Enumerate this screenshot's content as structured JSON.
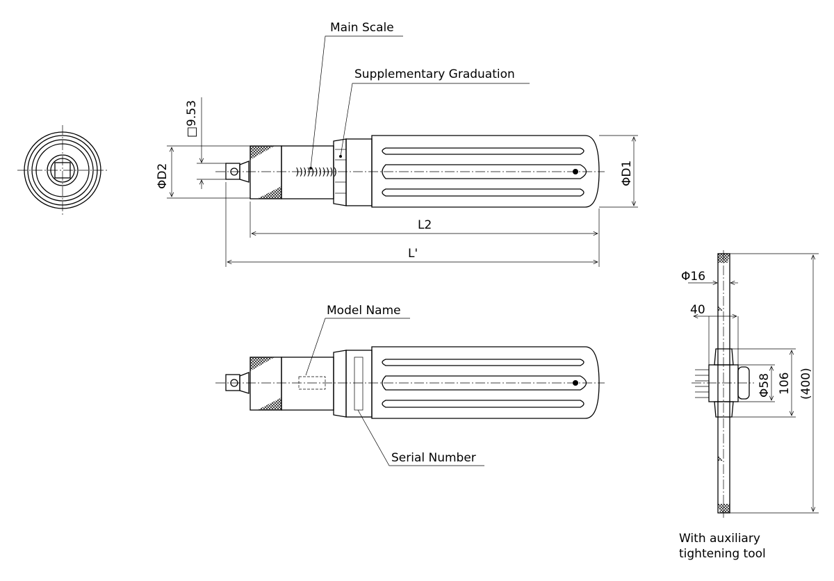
{
  "labels": {
    "main_scale": "Main Scale",
    "supplementary_graduation": "Supplementary Graduation",
    "model_name": "Model Name",
    "serial_number": "Serial Number",
    "caption_line1": "With auxiliary",
    "caption_line2": "tightening tool"
  },
  "dimensions": {
    "square_drive": "□9.53",
    "d2": "ΦD2",
    "d1": "ΦD1",
    "l2": "L2",
    "l_prime": "L'",
    "phi16": "Φ16",
    "w40": "40",
    "phi58": "Φ58",
    "h106": "106",
    "total400": "(400)"
  }
}
